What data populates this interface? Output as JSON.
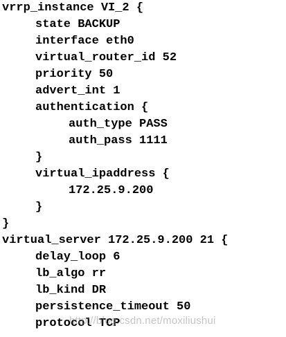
{
  "code_lines": [
    {
      "text": "vrrp_instance VI_2 {"
    },
    {
      "text": "state BACKUP"
    },
    {
      "text": "interface eth0"
    },
    {
      "text": "virtual_router_id 52"
    },
    {
      "text": "priority 50"
    },
    {
      "text": "advert_int 1"
    },
    {
      "text": "authentication {"
    },
    {
      "text": "auth_type PASS"
    },
    {
      "text": "auth_pass 1111"
    },
    {
      "text": "}"
    },
    {
      "text": "virtual_ipaddress {"
    },
    {
      "text": "172.25.9.200"
    },
    {
      "text": "}"
    },
    {
      "text": "}"
    },
    {
      "text": "virtual_server 172.25.9.200 21 {"
    },
    {
      "text": "delay_loop 6"
    },
    {
      "text": "lb_algo rr"
    },
    {
      "text": "lb_kind DR"
    },
    {
      "text": "persistence_timeout 50"
    },
    {
      "text": "protocol TCP"
    }
  ],
  "watermark": "http://blog.csdn.net/moxiliushui"
}
